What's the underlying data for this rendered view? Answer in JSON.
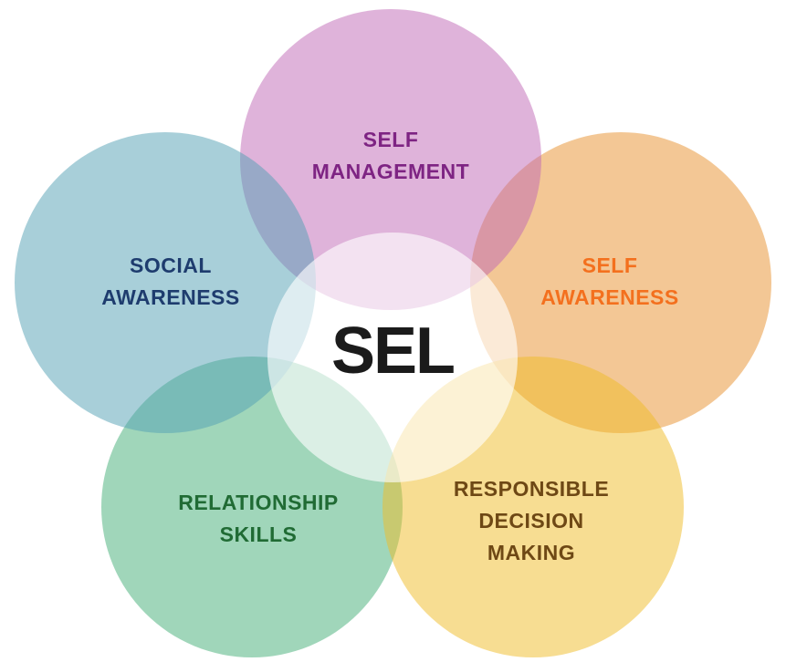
{
  "diagram": {
    "title": "SEL",
    "background_color": "#FFFFFF",
    "center": {
      "label": "SEL",
      "text_color": "#1B1B1B",
      "overlay_fill": "rgba(255,255,255,0.62)"
    },
    "competencies": [
      {
        "id": "self-management",
        "position": "top",
        "label": "SELF MANAGEMENT",
        "lines": [
          "SELF",
          "MANAGEMENT"
        ],
        "circle_fill": "rgba(191,103,181,0.5)",
        "circle_color_on_white": "#DFB3DA",
        "text_color": "#7E2483"
      },
      {
        "id": "social-awareness",
        "position": "upper-left",
        "label": "SOCIAL AWARENESS",
        "lines": [
          "SOCIAL",
          "AWARENESS"
        ],
        "circle_fill": "rgba(81,159,179,0.5)",
        "circle_color_on_white": "#A8CFD9",
        "text_color": "#1E3C6E"
      },
      {
        "id": "self-awareness",
        "position": "upper-right",
        "label": "SELF AWARENESS",
        "lines": [
          "SELF",
          "AWARENESS"
        ],
        "circle_fill": "rgba(231,143,43,0.5)",
        "circle_color_on_white": "#F3C795",
        "text_color": "#F3701E"
      },
      {
        "id": "relationship-skills",
        "position": "lower-left",
        "label": "RELATIONSHIP SKILLS",
        "lines": [
          "RELATIONSHIP",
          "SKILLS"
        ],
        "circle_fill": "rgba(65,173,117,0.5)",
        "circle_color_on_white": "#A0D6BA",
        "text_color": "#206B34"
      },
      {
        "id": "responsible-decision-making",
        "position": "lower-right",
        "label": "RESPONSIBLE DECISION MAKING",
        "lines": [
          "RESPONSIBLE",
          "DECISION",
          "MAKING"
        ],
        "circle_fill": "rgba(239,187,37,0.5)",
        "circle_color_on_white": "#F7DD92",
        "text_color": "#6E4815"
      }
    ]
  }
}
